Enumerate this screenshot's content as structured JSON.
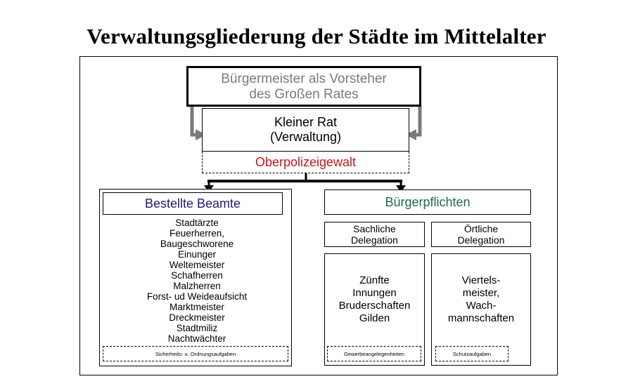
{
  "title": "Verwaltungsgliederung der Städte im Mittelalter",
  "colors": {
    "oberpolizei": "#c0181c",
    "beamte": "#1e1a6e",
    "buergerpflichten": "#1f6b47",
    "arrow_gray": "#7a7a7a"
  },
  "nodes": {
    "buergermeister": {
      "line1": "Bürgermeister als Vorsteher",
      "line2": "des Großen Rates"
    },
    "kleiner_rat": {
      "line1": "Kleiner Rat",
      "line2": "(Verwaltung)"
    },
    "oberpolizei": "Oberpolizeigewalt",
    "beamte": {
      "title": "Bestellte Beamte",
      "items": [
        "Stadtärzte",
        "Feuerherren,",
        "Baugeschworene",
        "Einunger",
        "Weltemeister",
        "Schafherren",
        "Malzherren",
        "Forst- ud Weideaufsicht",
        "Marktmeister",
        "Dreckmeister",
        "Stadtmiliz",
        "Nachtwächter"
      ],
      "footer": "Sicherheits- u. Ordnungsaufgaben"
    },
    "buergerpflichten": {
      "title": "Bürgerpflichten",
      "sachlich": {
        "line1": "Sachliche",
        "line2": "Delegation",
        "items": [
          "Zünfte",
          "Innungen",
          "Bruderschaften",
          "Gilden"
        ],
        "footer": "Gewerbeangelegenheiten"
      },
      "oertlich": {
        "line1": "Örtliche",
        "line2": "Delegation",
        "items": [
          "Viertels-",
          "meister,",
          "Wach-",
          "mannschaften"
        ],
        "footer": "Schutzaufgaben"
      }
    }
  }
}
